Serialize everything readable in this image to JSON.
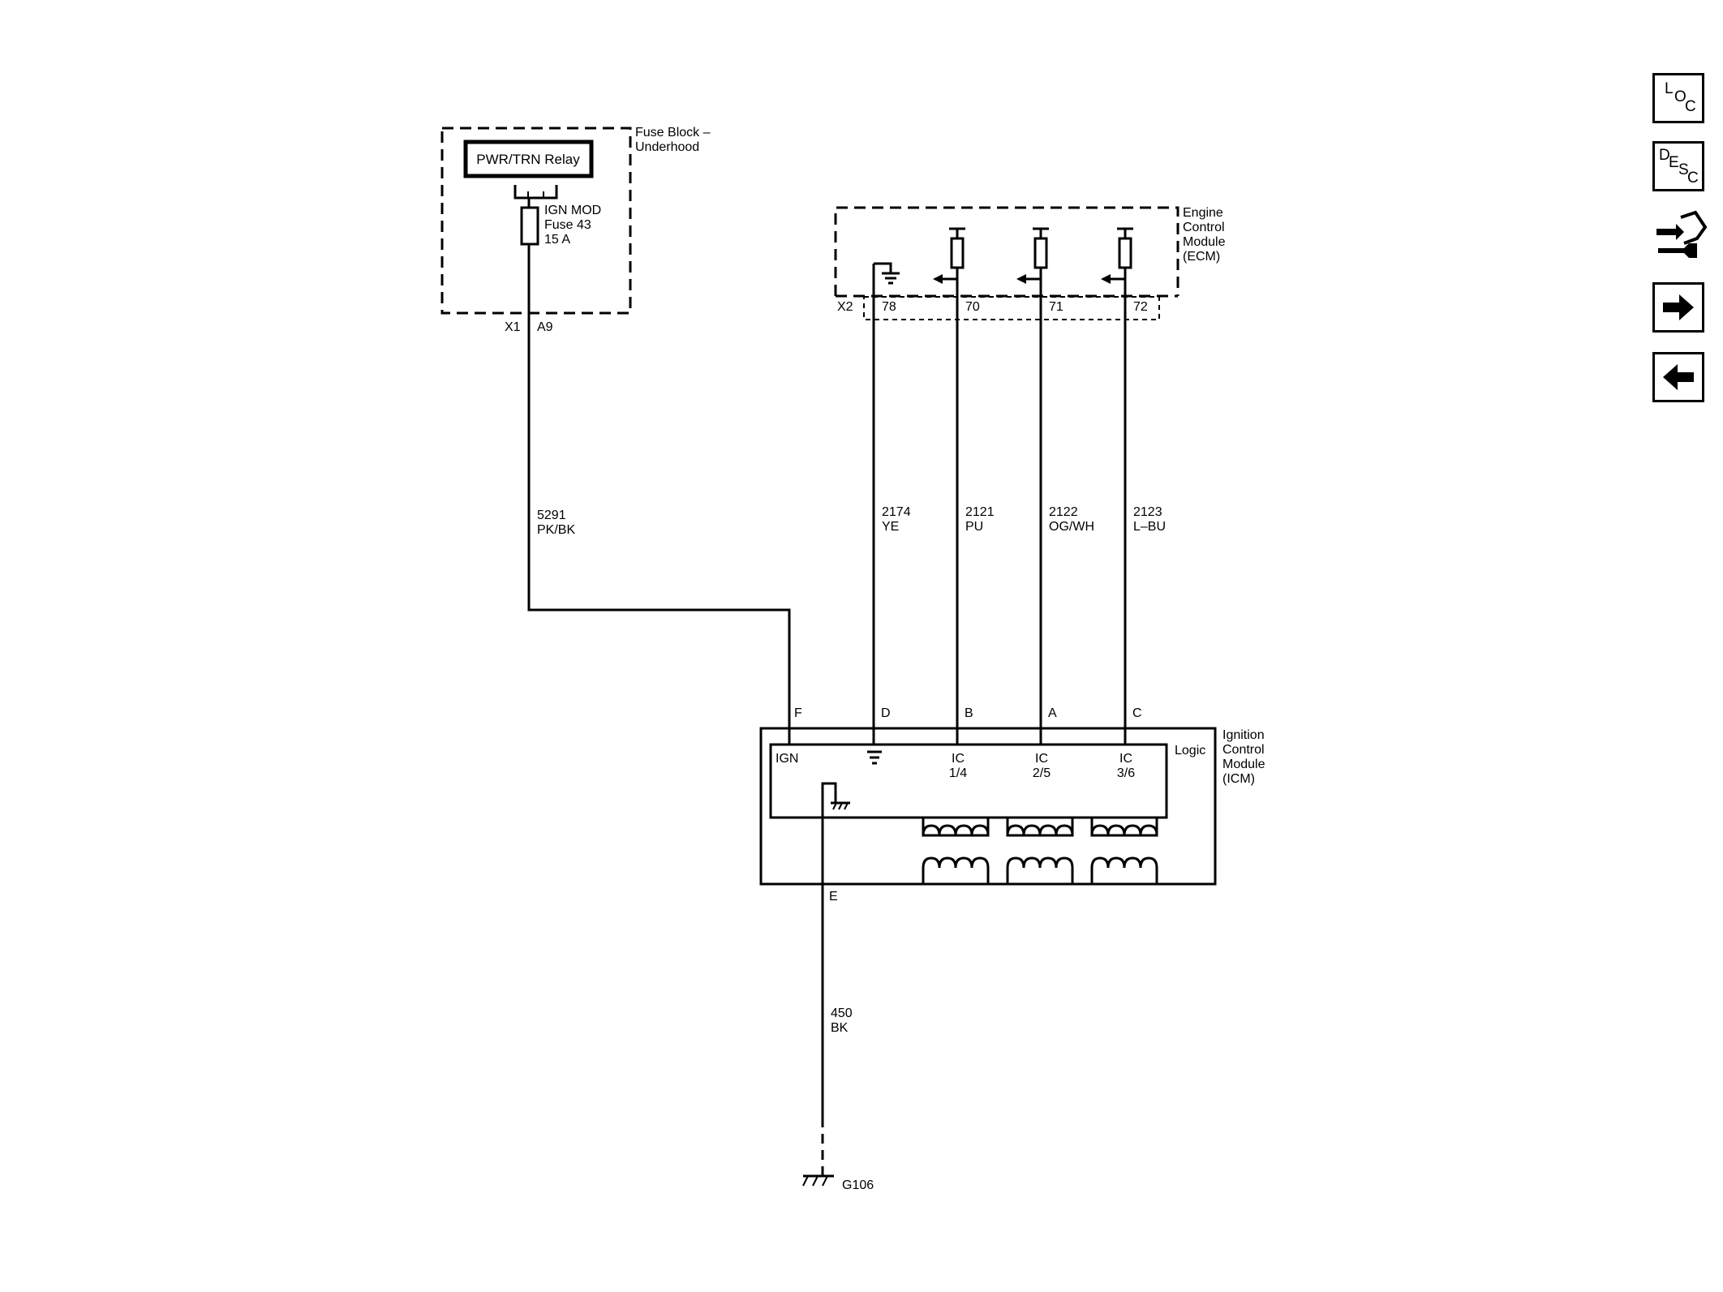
{
  "fuse_block": {
    "name_line1": "Fuse Block –",
    "name_line2": "Underhood",
    "relay": "PWR/TRN Relay",
    "fuse_line1": "IGN MOD",
    "fuse_line2": "Fuse 43",
    "fuse_line3": "15 A",
    "connector": "X1",
    "pin": "A9"
  },
  "ecm": {
    "name_line1": "Engine",
    "name_line2": "Control",
    "name_line3": "Module",
    "name_line4": "(ECM)",
    "connector": "X2",
    "pins": [
      "78",
      "70",
      "71",
      "72"
    ]
  },
  "wires": [
    {
      "circuit": "5291",
      "color": "PK/BK"
    },
    {
      "circuit": "2174",
      "color": "YE"
    },
    {
      "circuit": "2121",
      "color": "PU"
    },
    {
      "circuit": "2122",
      "color": "OG/WH"
    },
    {
      "circuit": "2123",
      "color": "L–BU"
    },
    {
      "circuit": "450",
      "color": "BK"
    }
  ],
  "icm": {
    "name_line1": "Ignition",
    "name_line2": "Control",
    "name_line3": "Module",
    "name_line4": "(ICM)",
    "logic_label": "Logic",
    "pins": [
      "F",
      "D",
      "B",
      "A",
      "C",
      "E"
    ],
    "ign_label": "IGN",
    "outputs": [
      {
        "ic": "IC",
        "cyl": "1/4"
      },
      {
        "ic": "IC",
        "cyl": "2/5"
      },
      {
        "ic": "IC",
        "cyl": "3/6"
      }
    ]
  },
  "ground": {
    "label": "G106"
  },
  "nav": {
    "loc": [
      "L",
      "O",
      "C"
    ],
    "desc": [
      "D",
      "E",
      "S",
      "C"
    ]
  }
}
